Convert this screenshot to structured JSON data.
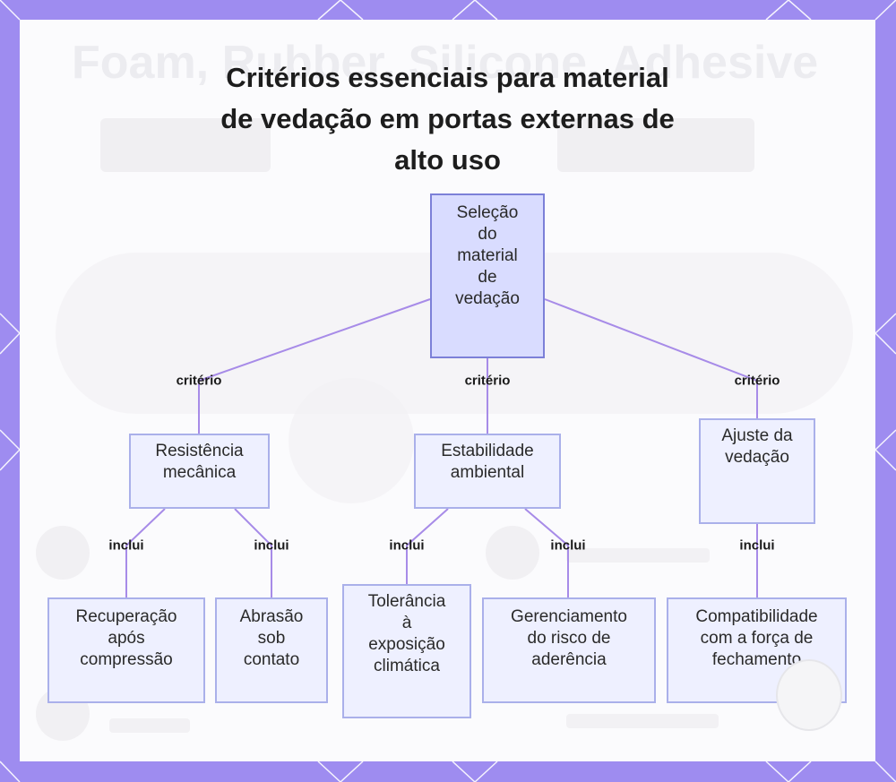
{
  "title_lines": [
    "Critérios essenciais para material",
    "de vedação em portas externas de",
    "alto uso"
  ],
  "background_ghost_text": "Foam, Rubber, Silicone, Adhesive",
  "colors": {
    "frame": "#9e8cf0",
    "node_fill": "#eef0ff",
    "node_border": "#aab0ea",
    "root_fill": "#d9dcff",
    "root_border": "#7c80d8",
    "connector": "#a78be8"
  },
  "diagram": {
    "root": {
      "lines": [
        "Seleção",
        "do",
        "material",
        "de",
        "vedação"
      ]
    },
    "criteria": [
      {
        "label": "critério",
        "lines": [
          "Resistência",
          "mecânica"
        ]
      },
      {
        "label": "critério",
        "lines": [
          "Estabilidade",
          "ambiental"
        ]
      },
      {
        "label": "critério",
        "lines": [
          "Ajuste da",
          "vedação"
        ]
      }
    ],
    "details": [
      {
        "label": "inclui",
        "lines": [
          "Recuperação",
          "após",
          "compressão"
        ]
      },
      {
        "label": "inclui",
        "lines": [
          "Abrasão",
          "sob",
          "contato"
        ]
      },
      {
        "label": "inclui",
        "lines": [
          "Tolerância",
          "à",
          "exposição",
          "climática"
        ]
      },
      {
        "label": "inclui",
        "lines": [
          "Gerenciamento",
          "do risco de",
          "aderência"
        ]
      },
      {
        "label": "inclui",
        "lines": [
          "Compatibilidade",
          "com a força de",
          "fechamento"
        ]
      }
    ]
  }
}
